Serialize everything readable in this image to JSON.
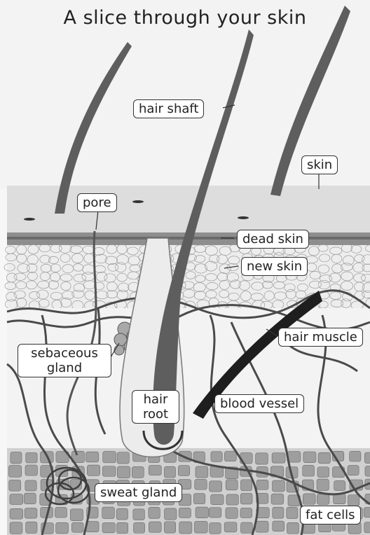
{
  "title": "A slice through your skin",
  "labels": {
    "hair_shaft": "hair shaft",
    "skin": "skin",
    "pore": "pore",
    "dead_skin": "dead skin",
    "new_skin": "new skin",
    "hair_muscle": "hair muscle",
    "sebaceous_gland_line1": "sebaceous",
    "sebaceous_gland_line2": "gland",
    "hair_root_line1": "hair",
    "hair_root_line2": "root",
    "blood_vessel": "blood vessel",
    "sweat_gland": "sweat gland",
    "fat_cells": "fat cells"
  },
  "colors": {
    "hair": "#5e5e5e",
    "skin_surface": "#dcdcdc",
    "dead_skin": "#8a8a8a",
    "new_skin": "#ececec",
    "dermis": "#f2f2f2",
    "fat": "#b8b8b8",
    "vessel": "#4a4a4a",
    "muscle": "#1e1e1e"
  }
}
